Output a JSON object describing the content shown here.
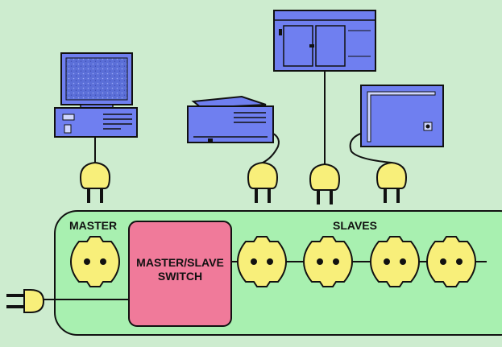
{
  "labels": {
    "master": "MASTER",
    "slaves": "SLAVES",
    "switch_line1": "MASTER/SLAVE",
    "switch_line2": "SWITCH"
  },
  "colors": {
    "background": "#cdeccf",
    "strip": "#a8f0b0",
    "switch": "#f07a9a",
    "socket": "#f8ef7a",
    "device": "#6f7ff0",
    "outline": "#111111"
  },
  "devices": [
    {
      "name": "computer",
      "role": "master"
    },
    {
      "name": "fax-machine",
      "role": "slave"
    },
    {
      "name": "amplifier",
      "role": "slave"
    },
    {
      "name": "monitor",
      "role": "slave"
    }
  ]
}
